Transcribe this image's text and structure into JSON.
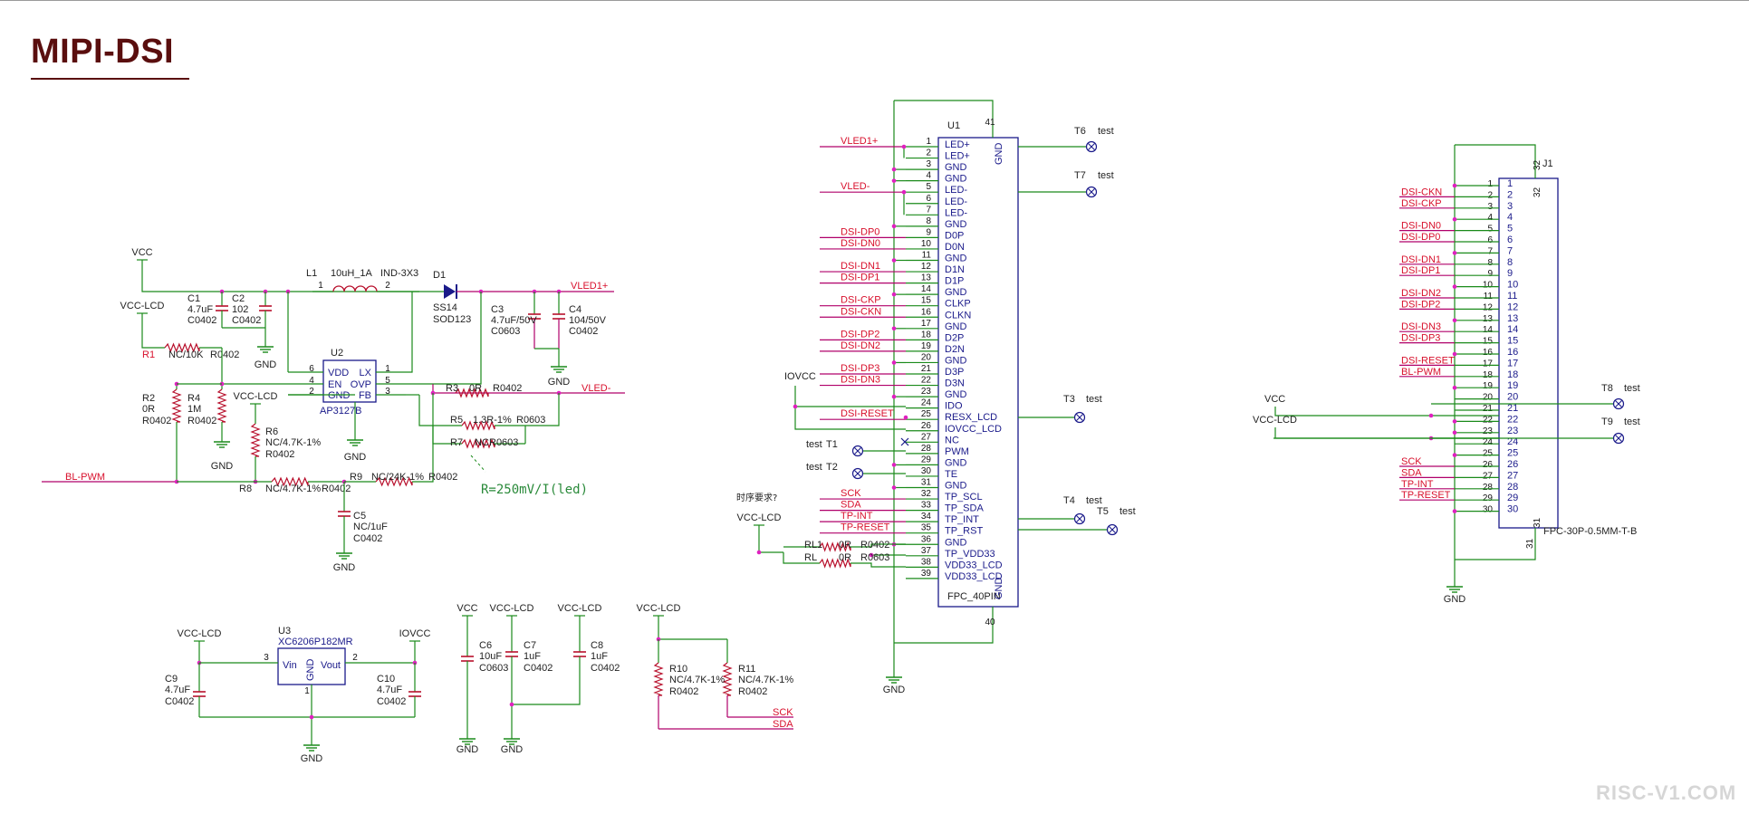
{
  "page": {
    "title": "MIPI-DSI",
    "watermark": "RISC-V1.COM"
  },
  "colors": {
    "wire": "#1a8a1a",
    "net_wire": "#b0006a",
    "component": "#b8102c",
    "symbol_outline": "#1a1a8a",
    "net_label": "#d8102c",
    "junction": "#e020c0"
  },
  "power": {
    "vcc": "VCC",
    "vcc_lcd": "VCC-LCD",
    "iovcc": "IOVCC",
    "gnd": "GND",
    "vled_p": "VLED1+",
    "vled_n": "VLED-"
  },
  "backlight": {
    "l1": {
      "ref": "L1",
      "value": "10uH_1A",
      "package": "IND-3X3",
      "pin1": "1",
      "pin2": "2"
    },
    "d1": {
      "ref": "D1",
      "value": "SS14",
      "package": "SOD123"
    },
    "c1": {
      "ref": "C1",
      "value": "4.7uF",
      "package": "C0402"
    },
    "c2": {
      "ref": "C2",
      "value": "102",
      "package": "C0402"
    },
    "c3": {
      "ref": "C3",
      "value": "4.7uF/50V",
      "package": "C0603"
    },
    "c4": {
      "ref": "C4",
      "value": "104/50V",
      "package": "C0402"
    },
    "c5": {
      "ref": "C5",
      "value": "NC/1uF",
      "package": "C0402"
    },
    "r1": {
      "ref": "R1",
      "value": "NC/10K",
      "package": "R0402"
    },
    "r2": {
      "ref": "R2",
      "value": "0R",
      "package": "R0402"
    },
    "r3": {
      "ref": "R3",
      "value": "0R",
      "package": "R0402"
    },
    "r4": {
      "ref": "R4",
      "value": "1M",
      "package": "R0402"
    },
    "r5": {
      "ref": "R5",
      "value": "1.3R-1%",
      "package": "R0603"
    },
    "r6": {
      "ref": "R6",
      "value": "NC/4.7K-1%",
      "package": "R0402"
    },
    "r7": {
      "ref": "R7",
      "value": "NC",
      "package": "R0603"
    },
    "r8": {
      "ref": "R8",
      "value": "NC/4.7K-1%",
      "package": "R0402"
    },
    "r9": {
      "ref": "R9",
      "value": "NC/24K-1%",
      "package": "R0402"
    },
    "u2": {
      "ref": "U2",
      "part": "AP3127B",
      "pins": [
        {
          "name": "VDD",
          "num": "6"
        },
        {
          "name": "EN",
          "num": "4"
        },
        {
          "name": "GND",
          "num": "2"
        },
        {
          "name": "LX",
          "num": "1"
        },
        {
          "name": "OVP",
          "num": "5"
        },
        {
          "name": "FB",
          "num": "3"
        }
      ]
    },
    "bl_pwm": "BL-PWM",
    "note": "R=250mV/I(led)"
  },
  "ldo": {
    "u3": {
      "ref": "U3",
      "part": "XC6206P182MR",
      "vin": "Vin",
      "vout": "Vout",
      "gnd_pin": "GND",
      "pin_in": "3",
      "pin_out": "2",
      "pin_gnd": "1"
    },
    "c9": {
      "ref": "C9",
      "value": "4.7uF",
      "package": "C0402"
    },
    "c10": {
      "ref": "C10",
      "value": "4.7uF",
      "package": "C0402"
    }
  },
  "decoupling": {
    "c6": {
      "ref": "C6",
      "value": "10uF",
      "package": "C0603"
    },
    "c7": {
      "ref": "C7",
      "value": "1uF",
      "package": "C0402"
    },
    "c8": {
      "ref": "C8",
      "value": "1uF",
      "package": "C0402"
    }
  },
  "i2c_pullups": {
    "r10": {
      "ref": "R10",
      "value": "NC/4.7K-1%",
      "package": "R0402"
    },
    "r11": {
      "ref": "R11",
      "value": "NC/4.7K-1%",
      "package": "R0402"
    },
    "scl": "SCK",
    "sda": "SDA"
  },
  "u1": {
    "ref": "U1",
    "part": "FPC_40PIN",
    "gnd_top": "GND",
    "gnd_bottom": "GND",
    "pin41": "41",
    "pin40": "40",
    "pins": [
      {
        "num": "1",
        "name": "LED+",
        "net": "VLED1+"
      },
      {
        "num": "2",
        "name": "LED+",
        "net": ""
      },
      {
        "num": "3",
        "name": "GND",
        "net": ""
      },
      {
        "num": "4",
        "name": "GND",
        "net": ""
      },
      {
        "num": "5",
        "name": "LED-",
        "net": "VLED-"
      },
      {
        "num": "6",
        "name": "LED-",
        "net": ""
      },
      {
        "num": "7",
        "name": "LED-",
        "net": ""
      },
      {
        "num": "8",
        "name": "GND",
        "net": ""
      },
      {
        "num": "9",
        "name": "D0P",
        "net": "DSI-DP0"
      },
      {
        "num": "10",
        "name": "D0N",
        "net": "DSI-DN0"
      },
      {
        "num": "11",
        "name": "GND",
        "net": ""
      },
      {
        "num": "12",
        "name": "D1N",
        "net": "DSI-DN1"
      },
      {
        "num": "13",
        "name": "D1P",
        "net": "DSI-DP1"
      },
      {
        "num": "14",
        "name": "GND",
        "net": ""
      },
      {
        "num": "15",
        "name": "CLKP",
        "net": "DSI-CKP"
      },
      {
        "num": "16",
        "name": "CLKN",
        "net": "DSI-CKN"
      },
      {
        "num": "17",
        "name": "GND",
        "net": ""
      },
      {
        "num": "18",
        "name": "D2P",
        "net": "DSI-DP2"
      },
      {
        "num": "19",
        "name": "D2N",
        "net": "DSI-DN2"
      },
      {
        "num": "20",
        "name": "GND",
        "net": ""
      },
      {
        "num": "21",
        "name": "D3P",
        "net": "DSI-DP3"
      },
      {
        "num": "22",
        "name": "D3N",
        "net": "DSI-DN3"
      },
      {
        "num": "23",
        "name": "GND",
        "net": ""
      },
      {
        "num": "24",
        "name": "IDO",
        "net": ""
      },
      {
        "num": "25",
        "name": "RESX_LCD",
        "net": "DSI-RESET"
      },
      {
        "num": "26",
        "name": "IOVCC_LCD",
        "net": ""
      },
      {
        "num": "27",
        "name": "NC",
        "net": ""
      },
      {
        "num": "28",
        "name": "PWM",
        "net": ""
      },
      {
        "num": "29",
        "name": "GND",
        "net": ""
      },
      {
        "num": "30",
        "name": "TE",
        "net": ""
      },
      {
        "num": "31",
        "name": "GND",
        "net": ""
      },
      {
        "num": "32",
        "name": "TP_SCL",
        "net": "SCK"
      },
      {
        "num": "33",
        "name": "TP_SDA",
        "net": "SDA"
      },
      {
        "num": "34",
        "name": "TP_INT",
        "net": "TP-INT"
      },
      {
        "num": "35",
        "name": "TP_RST",
        "net": "TP-RESET"
      },
      {
        "num": "36",
        "name": "GND",
        "net": ""
      },
      {
        "num": "37",
        "name": "TP_VDD33",
        "net": ""
      },
      {
        "num": "38",
        "name": "VDD33_LCD",
        "net": ""
      },
      {
        "num": "39",
        "name": "VDD33_LCD",
        "net": ""
      }
    ],
    "iovcc": "IOVCC",
    "timing_note": "时序要求?",
    "rl1": {
      "ref": "RL1",
      "value": "0R",
      "package": "R0402"
    },
    "rl2": {
      "ref": "RL",
      "value": "0R",
      "package": "R0603"
    }
  },
  "test_points": [
    {
      "ref": "T6",
      "label": "test"
    },
    {
      "ref": "T7",
      "label": "test"
    },
    {
      "ref": "T3",
      "label": "test"
    },
    {
      "ref": "T1",
      "label": "test"
    },
    {
      "ref": "T2",
      "label": "test"
    },
    {
      "ref": "T4",
      "label": "test"
    },
    {
      "ref": "T5",
      "label": "test"
    },
    {
      "ref": "T8",
      "label": "test"
    },
    {
      "ref": "T9",
      "label": "test"
    }
  ],
  "j1": {
    "ref": "J1",
    "part": "FPC-30P-0.5MM-T-B",
    "pin32": "32",
    "pin31": "31",
    "pins": [
      {
        "num": "1",
        "net": ""
      },
      {
        "num": "2",
        "net": "DSI-CKN"
      },
      {
        "num": "3",
        "net": "DSI-CKP"
      },
      {
        "num": "4",
        "net": ""
      },
      {
        "num": "5",
        "net": "DSI-DN0"
      },
      {
        "num": "6",
        "net": "DSI-DP0"
      },
      {
        "num": "7",
        "net": ""
      },
      {
        "num": "8",
        "net": "DSI-DN1"
      },
      {
        "num": "9",
        "net": "DSI-DP1"
      },
      {
        "num": "10",
        "net": ""
      },
      {
        "num": "11",
        "net": "DSI-DN2"
      },
      {
        "num": "12",
        "net": "DSI-DP2"
      },
      {
        "num": "13",
        "net": ""
      },
      {
        "num": "14",
        "net": "DSI-DN3"
      },
      {
        "num": "15",
        "net": "DSI-DP3"
      },
      {
        "num": "16",
        "net": ""
      },
      {
        "num": "17",
        "net": "DSI-RESET"
      },
      {
        "num": "18",
        "net": "BL-PWM"
      },
      {
        "num": "19",
        "net": ""
      },
      {
        "num": "20",
        "net": ""
      },
      {
        "num": "21",
        "net": ""
      },
      {
        "num": "22",
        "net": ""
      },
      {
        "num": "23",
        "net": ""
      },
      {
        "num": "24",
        "net": ""
      },
      {
        "num": "25",
        "net": ""
      },
      {
        "num": "26",
        "net": "SCK"
      },
      {
        "num": "27",
        "net": "SDA"
      },
      {
        "num": "28",
        "net": "TP-INT"
      },
      {
        "num": "29",
        "net": "TP-RESET"
      },
      {
        "num": "30",
        "net": ""
      }
    ],
    "vcc": "VCC",
    "vcc_lcd": "VCC-LCD",
    "gnd": "GND"
  }
}
